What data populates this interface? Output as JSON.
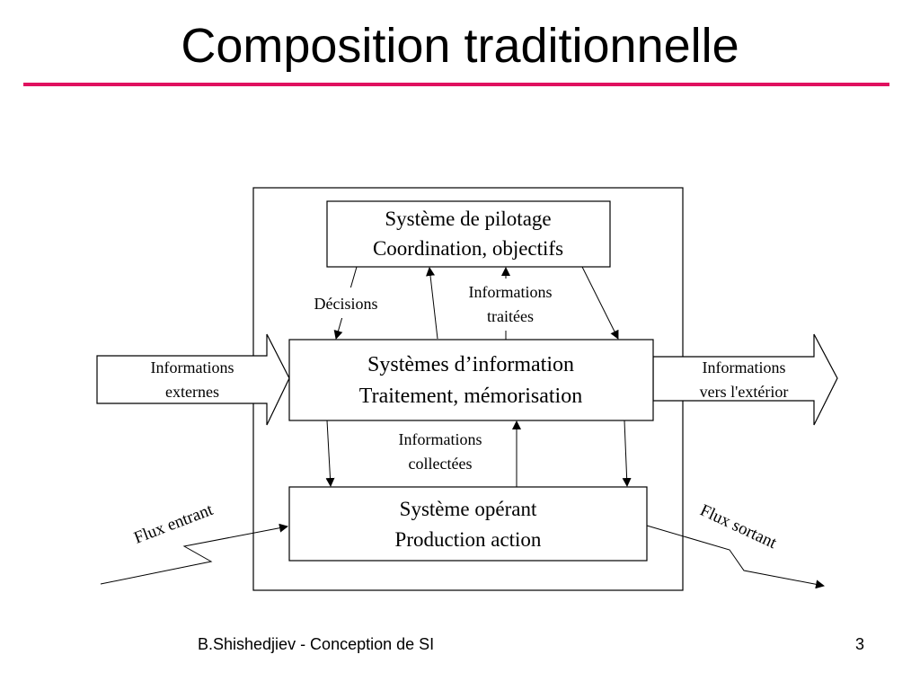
{
  "slide": {
    "title": "Composition traditionnelle",
    "accent_color": "#e0115f",
    "footer": {
      "author": "B.Shishedjiev - Conception de SI",
      "page_number": "3"
    }
  },
  "diagram": {
    "pilotage": {
      "line1": "Système de pilotage",
      "line2": "Coordination, objectifs"
    },
    "information": {
      "line1": "Systèmes d’information",
      "line2": "Traitement, mémorisation"
    },
    "operant": {
      "line1": "Système opérant",
      "line2": "Production action"
    },
    "labels": {
      "decisions": "Décisions",
      "info_traitees_1": "Informations",
      "info_traitees_2": "traitées",
      "info_collectees_1": "Informations",
      "info_collectees_2": "collectées",
      "info_externes_1": "Informations",
      "info_externes_2": "externes",
      "info_exterieur_1": "Informations",
      "info_exterieur_2": "vers l'extérior",
      "flux_entrant": "Flux entrant",
      "flux_sortant": "Flux sortant"
    }
  }
}
